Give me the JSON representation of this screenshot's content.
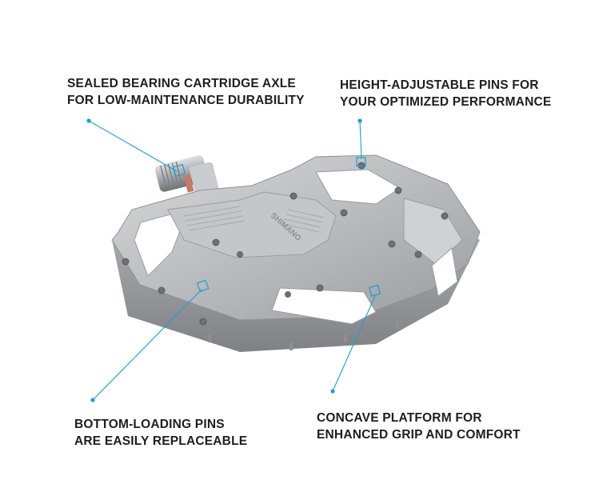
{
  "callouts": {
    "bearing": {
      "line1": "SEALED BEARING CARTRIDGE AXLE",
      "line2": "FOR LOW-MAINTENANCE DURABILITY"
    },
    "pins_height": {
      "line1": "HEIGHT-ADJUSTABLE PINS FOR",
      "line2": "YOUR OPTIMIZED PERFORMANCE"
    },
    "pins_bottom": {
      "line1": "BOTTOM-LOADING PINS",
      "line2": "ARE EASILY REPLACEABLE"
    },
    "platform": {
      "line1": "CONCAVE PLATFORM FOR",
      "line2": "ENHANCED GRIP AND COMFORT"
    }
  },
  "pedal": {
    "brand_mark": "SHIMANO"
  },
  "colors": {
    "accent": "#1a9fd6",
    "text": "#1e1e1e",
    "metal": "#b9bbbe",
    "metal_dark": "#8d8f93"
  },
  "icons": [
    "callout-dot",
    "callout-marker-square"
  ]
}
